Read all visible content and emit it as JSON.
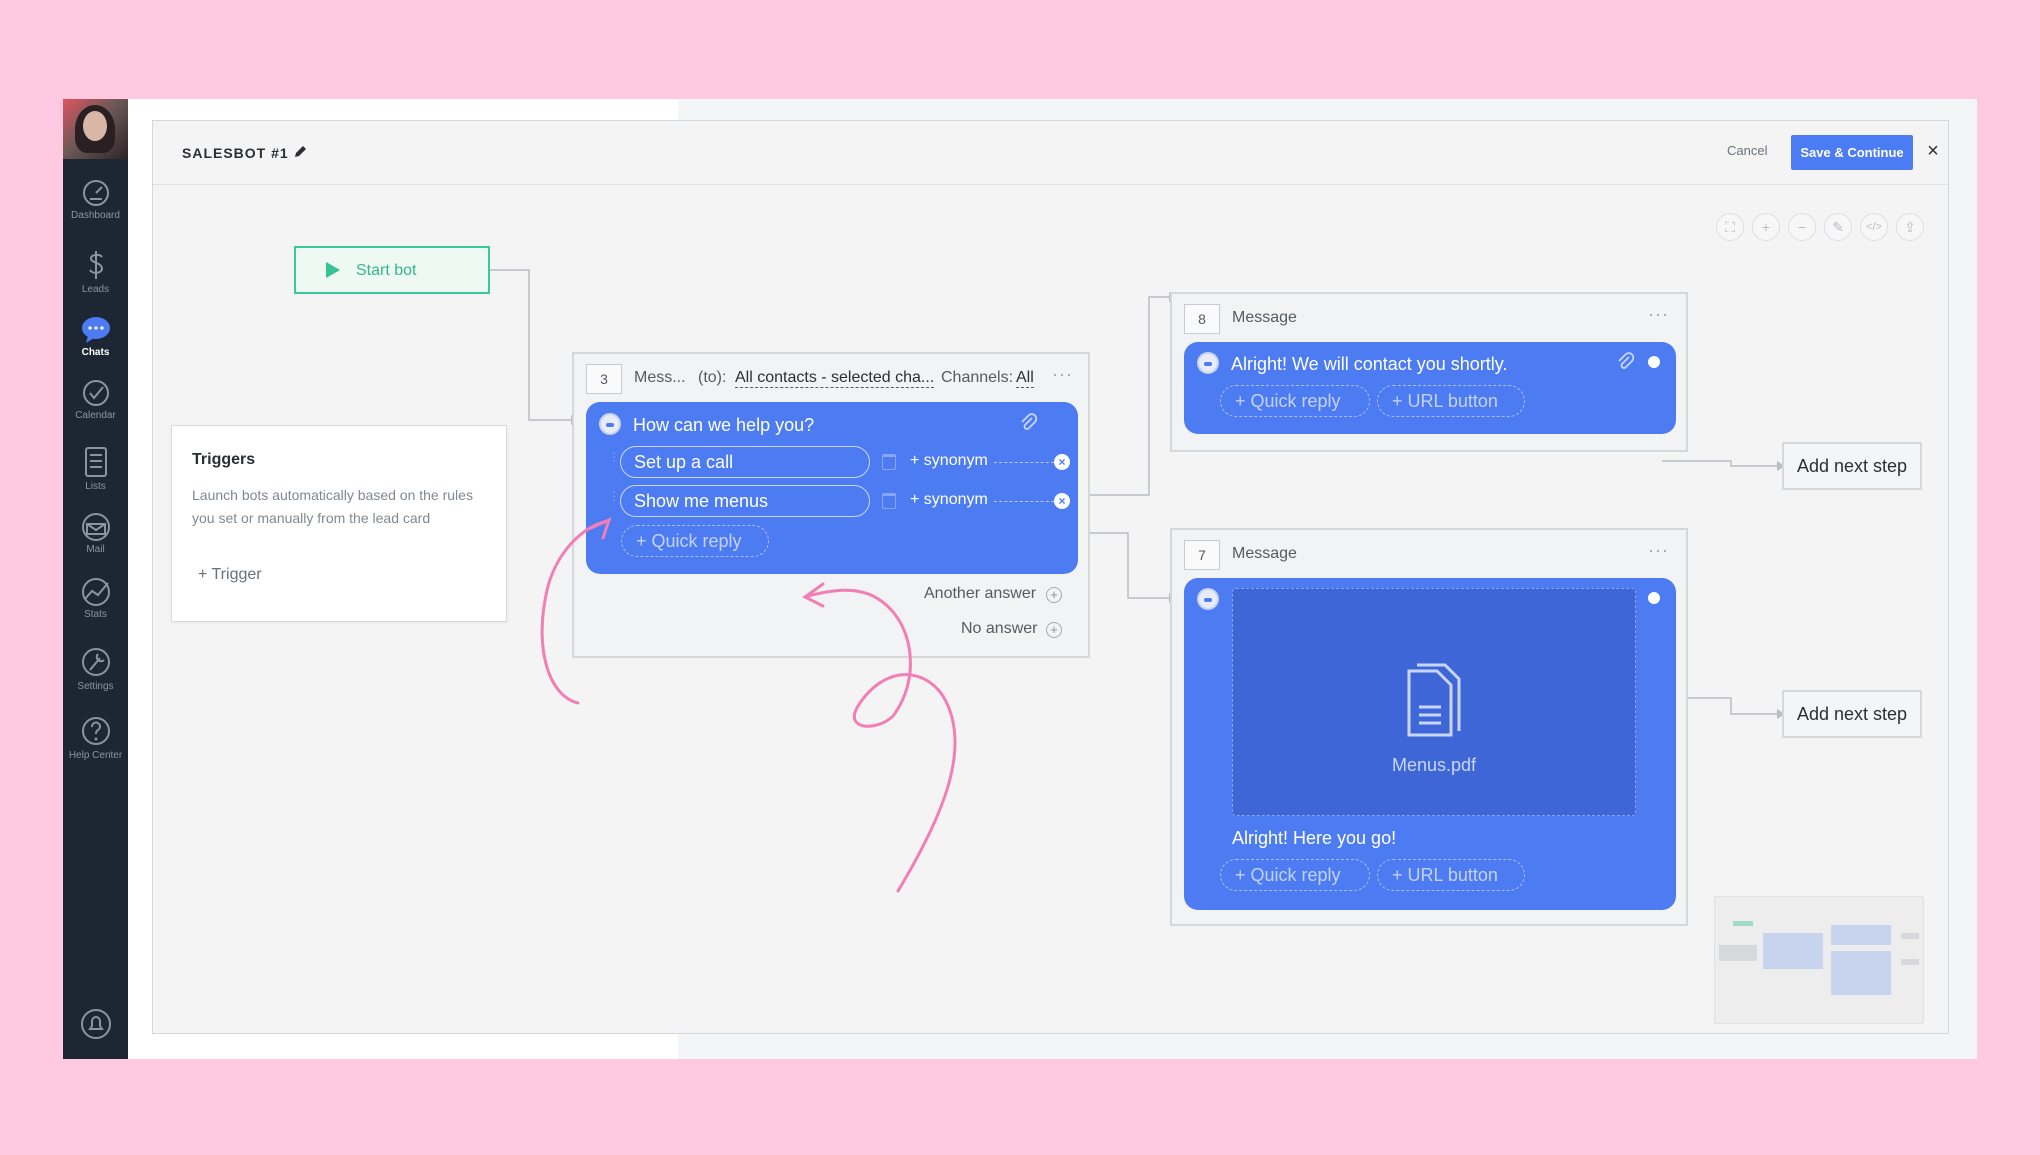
{
  "sidebar": {
    "items": [
      {
        "label": "Dashboard",
        "icon": "dashboard-icon"
      },
      {
        "label": "Leads",
        "icon": "dollar-icon"
      },
      {
        "label": "Chats",
        "icon": "chat-icon"
      },
      {
        "label": "Calendar",
        "icon": "checkmark-icon"
      },
      {
        "label": "Lists",
        "icon": "list-icon"
      },
      {
        "label": "Mail",
        "icon": "mail-icon"
      },
      {
        "label": "Stats",
        "icon": "stats-icon"
      },
      {
        "label": "Settings",
        "icon": "wrench-icon"
      },
      {
        "label": "Help Center",
        "icon": "help-icon"
      }
    ],
    "active": "Chats"
  },
  "header": {
    "title": "SALESBOT #1",
    "cancel_label": "Cancel",
    "save_label": "Save & Continue",
    "close_label": "×"
  },
  "canvas": {
    "start_bot_label": "Start bot",
    "triggers": {
      "title": "Triggers",
      "description": "Launch bots automatically based on the rules you set or manually from the lead card",
      "add_label": "+ Trigger"
    },
    "step3": {
      "number": "3",
      "title": "Mess...",
      "to_label": "(to):",
      "to_value": "All contacts - selected cha...",
      "channels_label": "Channels:",
      "channels_value": "All",
      "message": "How can we help you?",
      "answers": [
        "Set up a call",
        "Show me menus"
      ],
      "synonym_label": "+ synonym",
      "quick_reply_label": "+ Quick reply",
      "another_answer_label": "Another answer",
      "no_answer_label": "No answer"
    },
    "step8": {
      "number": "8",
      "title": "Message",
      "message": "Alright! We will contact you shortly.",
      "quick_reply_label": "+ Quick reply",
      "url_button_label": "+ URL button"
    },
    "step7": {
      "number": "7",
      "title": "Message",
      "file_name": "Menus.pdf",
      "message": "Alright! Here you go!",
      "quick_reply_label": "+ Quick reply",
      "url_button_label": "+ URL button"
    },
    "add_next_step_label": "Add next step",
    "dots_label": "···"
  },
  "colors": {
    "accent": "#4d7cf2",
    "start_bot": "#39c9a0",
    "sidebar": "#1c2733",
    "background": "#ffc9e2"
  }
}
